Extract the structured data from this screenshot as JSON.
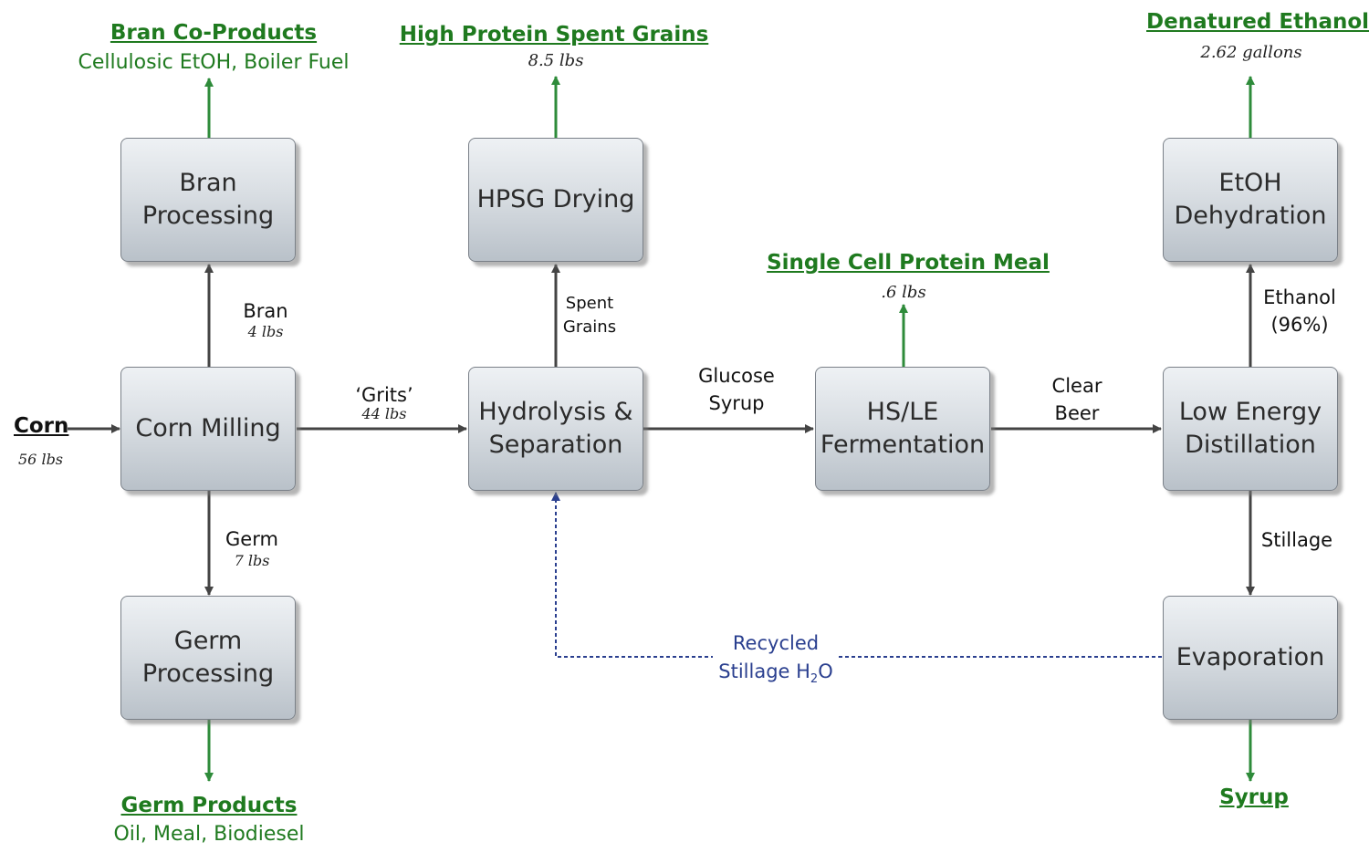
{
  "colors": {
    "product_green": "#1f7a1f",
    "flow_gray": "#444444",
    "recycle_blue": "#2a3f8f",
    "box_border": "#7a8088"
  },
  "input": {
    "label": "Corn",
    "qty": "56 lbs"
  },
  "boxes": {
    "bran_processing": "Bran\nProcessing",
    "corn_milling": "Corn Milling",
    "germ_processing": "Germ\nProcessing",
    "hpsg_drying": "HPSG Drying",
    "hydrolysis": "Hydrolysis &\nSeparation",
    "fermentation": "HS/LE\nFermentation",
    "etoh_dehydration": "EtOH\nDehydration",
    "distillation": "Low Energy\nDistillation",
    "evaporation": "Evaporation"
  },
  "products": {
    "bran": {
      "title": "Bran Co-Products",
      "sub": "Cellulosic EtOH, Boiler Fuel"
    },
    "hpsg": {
      "title": "High Protein Spent Grains",
      "qty": "8.5 lbs"
    },
    "ethanol": {
      "title": "Denatured Ethanol",
      "qty": "2.62 gallons"
    },
    "scp": {
      "title": "Single Cell Protein Meal",
      "qty": ".6 lbs"
    },
    "germ": {
      "title": "Germ Products",
      "sub": "Oil, Meal, Biodiesel"
    },
    "syrup": {
      "title": "Syrup"
    }
  },
  "flows": {
    "bran": {
      "label": "Bran",
      "qty": "4 lbs"
    },
    "grits": {
      "label": "‘Grits’",
      "qty": "44 lbs"
    },
    "germ": {
      "label": "Germ",
      "qty": "7 lbs"
    },
    "spent_grains": "Spent\nGrains",
    "glucose_syrup": "Glucose\nSyrup",
    "clear_beer": "Clear\nBeer",
    "ethanol": "Ethanol\n(96%)",
    "stillage": "Stillage",
    "recycled": {
      "line1": "Recycled",
      "line2_prefix": "Stillage H",
      "subscript": "2",
      "line2_suffix": "O"
    }
  }
}
